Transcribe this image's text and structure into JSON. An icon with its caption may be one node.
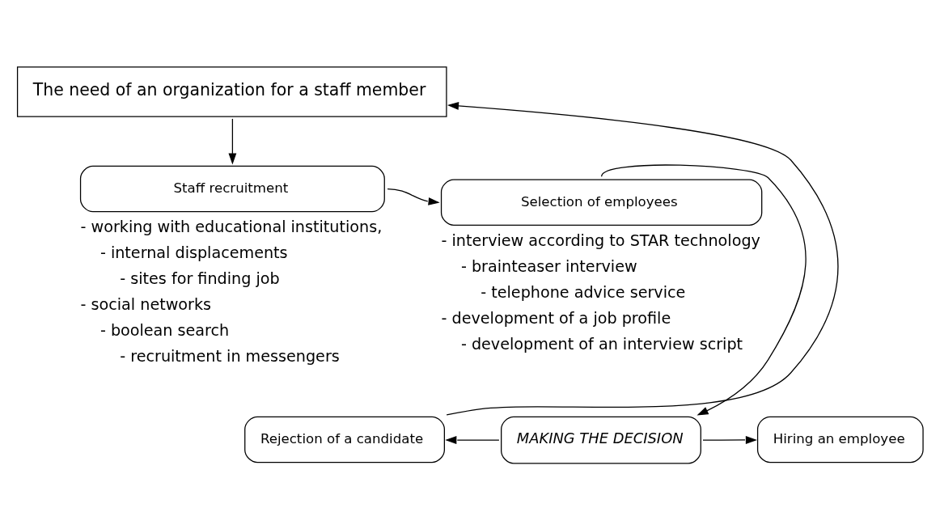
{
  "diagram": {
    "nodes": [
      {
        "text": [
          "The need of an organization for a staff member"
        ]
      },
      {
        "text": [
          "Staff recruitment"
        ],
        "beside": [
          "- working with educational institutions,",
          "- internal displacements",
          "- sites for finding job",
          "- social networks",
          "- boolean search",
          "- recruitment in messengers"
        ]
      },
      {
        "text": [
          "Selection of employees"
        ],
        "beside": [
          "- interview according to STAR technology",
          "- brainteaser interview",
          "- telephone advice service",
          "- development of a job profile",
          "- development of an interview script"
        ]
      },
      {
        "text": [
          "Rejection of a candidate"
        ]
      },
      {
        "text": [
          "MAKING THE DECISION"
        ]
      },
      {
        "text": [
          "Hiring an employee"
        ]
      }
    ],
    "edges": [
      {
        "from": 0,
        "to": 1,
        "arrow": "to"
      },
      {
        "from": 1,
        "to": 2,
        "arrow": "to"
      },
      {
        "from": 2,
        "to": 4,
        "arrow": "to"
      },
      {
        "from": 4,
        "to": 3,
        "arrow": "to"
      },
      {
        "from": 4,
        "to": 5,
        "arrow": "to"
      },
      {
        "from": 3,
        "to": 0,
        "arrow": "to"
      }
    ]
  }
}
